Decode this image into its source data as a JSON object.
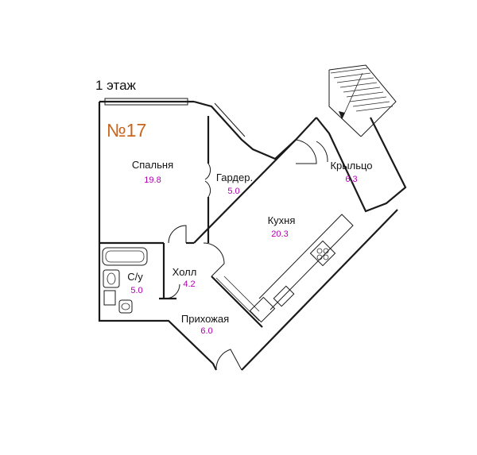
{
  "floor_label": "1 этаж",
  "apartment_number": "№17",
  "colors": {
    "apartment_number": "#c8661e",
    "room_area": "#b000b0",
    "walls": "#1a1a1a"
  },
  "rooms": {
    "bedroom": {
      "name": "Спальня",
      "area": "19.8"
    },
    "wardrobe": {
      "name": "Гардер.",
      "area": "5.0"
    },
    "kitchen": {
      "name": "Кухня",
      "area": "20.3"
    },
    "porch": {
      "name": "Крыльцо",
      "area": "6.3"
    },
    "hall": {
      "name": "Холл",
      "area": "4.2"
    },
    "bathroom": {
      "name": "С/у",
      "area": "5.0"
    },
    "entrance": {
      "name": "Прихожая",
      "area": "6.0"
    }
  }
}
